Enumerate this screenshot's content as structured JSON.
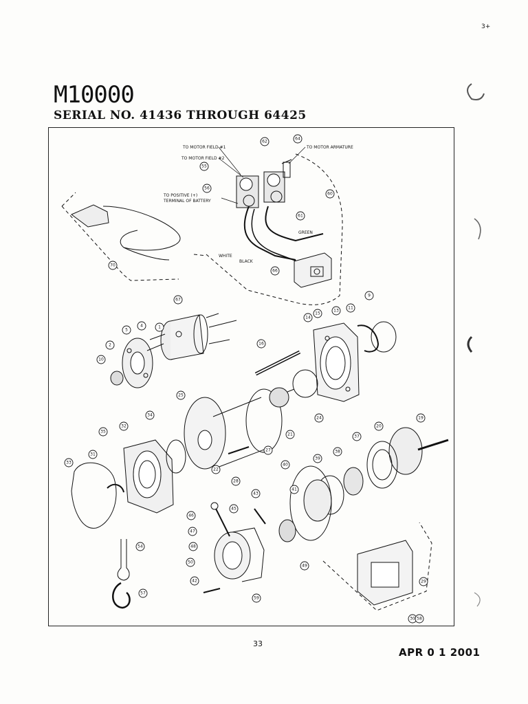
{
  "page": {
    "corner_mark": "3+",
    "model": "M10000",
    "serial": "SERIAL NO. 41436 THROUGH 64425",
    "page_number": "33",
    "date_stamp": "APR 0 1 2001"
  },
  "diagram": {
    "labels": {
      "motor_field_1": "TO MOTOR FIELD #1",
      "motor_field_2": "TO MOTOR FIELD #2",
      "motor_armature": "TO MOTOR ARMATURE",
      "positive_terminal": "TO POSITIVE (+)",
      "battery_terminal": "TERMINAL OF BATTERY",
      "green": "GREEN",
      "white": "WHITE",
      "black": "BLACK"
    },
    "callouts": [
      "62",
      "64",
      "55",
      "56",
      "60",
      "61",
      "66",
      "70",
      "67",
      "1",
      "4",
      "5",
      "2",
      "10",
      "14",
      "15",
      "13",
      "11",
      "9",
      "16",
      "25",
      "21",
      "24",
      "35",
      "32",
      "34",
      "33",
      "31",
      "27",
      "22",
      "28",
      "19",
      "20",
      "37",
      "38",
      "39",
      "40",
      "41",
      "43",
      "45",
      "46",
      "47",
      "48",
      "49",
      "50",
      "42",
      "59",
      "54",
      "57",
      "29",
      "30",
      "58"
    ]
  }
}
